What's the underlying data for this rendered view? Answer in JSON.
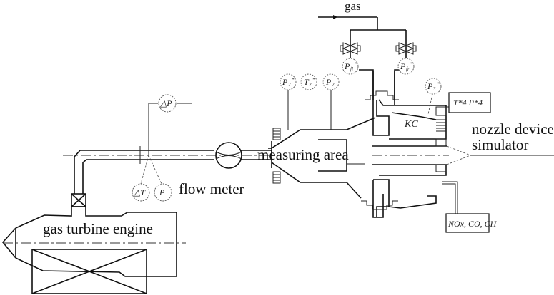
{
  "diagram": {
    "labels": {
      "gas_inlet": "gas",
      "measuring_area": "measuring area",
      "flow_meter": "flow meter",
      "nozzle_line1": "nozzle device",
      "nozzle_line2": "simulator",
      "engine": "gas turbine engine",
      "combustion_chamber": "KC"
    },
    "instruments": {
      "delta_p": {
        "main": "△P",
        "sub": ""
      },
      "delta_t": {
        "main": "△T",
        "sub": ""
      },
      "p": {
        "main": "P",
        "sub": ""
      },
      "p2_star": {
        "main": "P",
        "sub": "2",
        "mark": "*"
      },
      "t2_star": {
        "main": "T",
        "sub": "2",
        "mark": "*"
      },
      "p2": {
        "main": "P",
        "sub": "2"
      },
      "pf_left": {
        "main": "P",
        "sub": "fl",
        "mark": "*"
      },
      "pf_right": {
        "main": "P",
        "sub": "fr",
        "mark": "*"
      },
      "p3_star": {
        "main": "P",
        "sub": "3",
        "mark": "*"
      }
    },
    "boxes": {
      "outlet_params": "T*4 P*4",
      "emissions": "NOx, CO, CH"
    }
  }
}
